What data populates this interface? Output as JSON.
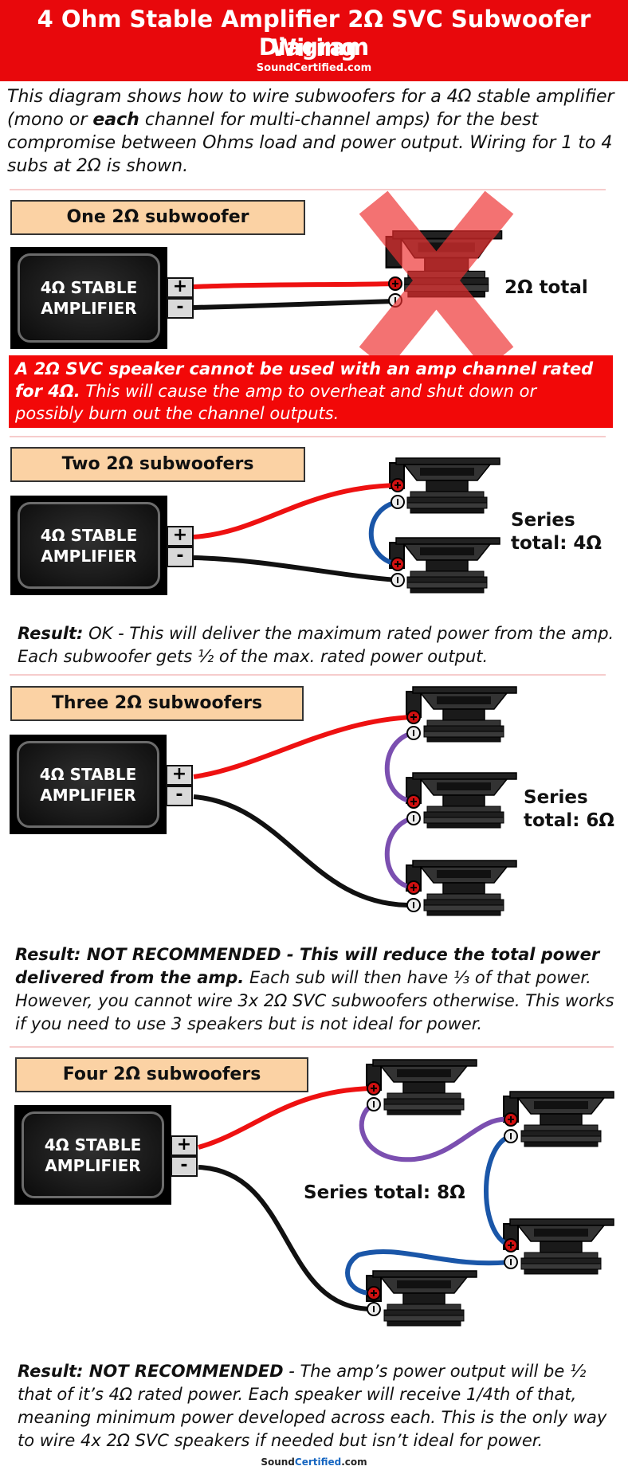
{
  "header": {
    "title_line1": "4 Ohm Stable Amplifier 2Ω SVC Subwoofer Wiring",
    "title_line2": "Diagram",
    "site": "SoundCertified.com"
  },
  "intro": {
    "part1": "This diagram shows how to wire subwoofers for a 4Ω stable amplifier (mono or ",
    "bold": "each",
    "part2": " channel for multi-channel amps) for the best compromise between Ohms load and power output. Wiring for 1 to 4 subs at 2Ω is shown."
  },
  "amplifier": {
    "line1": "4Ω STABLE",
    "line2": "AMPLIFIER"
  },
  "terminals": {
    "plus": "+",
    "minus": "-"
  },
  "sections": [
    {
      "label": "One 2Ω subwoofer",
      "total": "2Ω total"
    },
    {
      "label": "Two 2Ω subwoofers",
      "total_line1": "Series",
      "total_line2": "total: 4Ω"
    },
    {
      "label": "Three 2Ω subwoofers",
      "total_line1": "Series",
      "total_line2": "total: 6Ω"
    },
    {
      "label": "Four 2Ω subwoofers",
      "total": "Series total: 8Ω"
    }
  ],
  "warning": {
    "bold": "A 2Ω SVC speaker cannot be used with an amp channel rated for 4Ω.",
    "rest": " This will cause the amp to overheat and shut down or possibly burn out the channel outputs."
  },
  "results": [
    {
      "bold": "Result:",
      "rest": " OK - This will deliver the maximum rated power from the amp. Each subwoofer gets ½ of the max. rated power output."
    },
    {
      "bold": "Result: NOT RECOMMENDED - This will reduce the total power delivered from the amp.",
      "rest": " Each sub will then have ⅓ of that power. However, you cannot wire 3x 2Ω SVC subwoofers otherwise. This works if you need to use 3 speakers but is not ideal for power."
    },
    {
      "bold": "Result: NOT RECOMMENDED",
      "rest": " - The amp’s power output will be ½ that of it’s 4Ω rated power. Each speaker will receive 1/4th of that, meaning minimum power developed across each. This is the only way to wire 4x 2Ω SVC speakers if needed but isn’t ideal for power."
    }
  ],
  "footer": {
    "part1": "Sound",
    "part2": "Certified",
    "part3": ".com"
  },
  "colors": {
    "header_red": "#e8080c",
    "warning_red": "#f20808",
    "label_fill": "#fbd2a4",
    "wire_positive": "#ee1111",
    "wire_negative": "#111111",
    "wire_series_blue": "#1a56a8",
    "wire_series_purple": "#7b4fb0",
    "cross_red": "#ee3030"
  }
}
